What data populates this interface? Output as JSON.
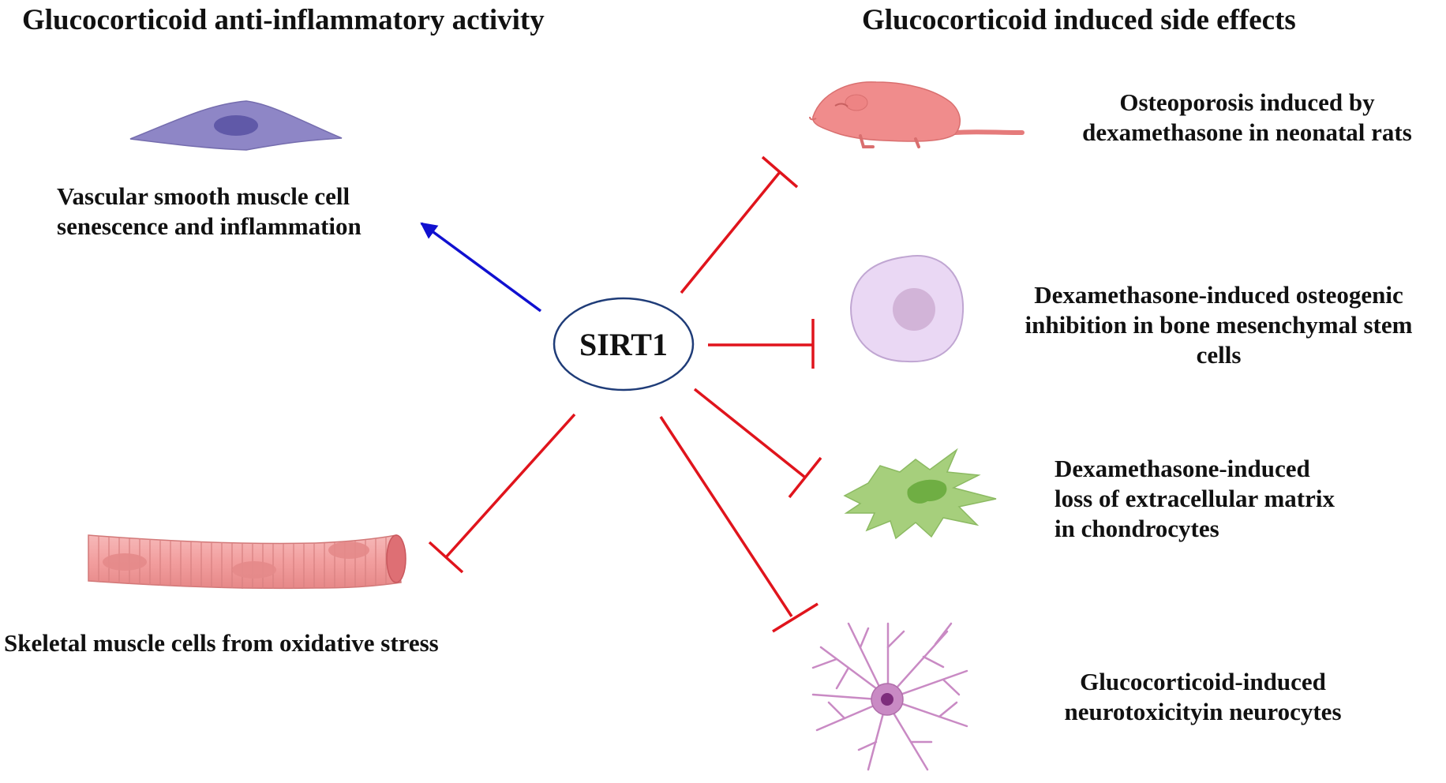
{
  "headings": {
    "left": "Glucocorticoid anti-inflammatory activity",
    "right": "Glucocorticoid induced side effects"
  },
  "center_node": {
    "label": "SIRT1"
  },
  "left_items": [
    {
      "lines": [
        "Vascular smooth muscle cell",
        "senescence and inflammation"
      ],
      "icon": "smooth-muscle-cell-icon",
      "relation": "promotes"
    },
    {
      "lines": [
        "Skeletal muscle cells from oxidative stress"
      ],
      "icon": "skeletal-muscle-fiber-icon",
      "relation": "inhibits"
    }
  ],
  "right_items": [
    {
      "lines": [
        "Osteoporosis induced by",
        "dexamethasone in neonatal rats"
      ],
      "icon": "neonatal-rat-icon",
      "relation": "inhibits"
    },
    {
      "lines": [
        "Dexamethasone-induced osteogenic",
        "inhibition in bone mesenchymal stem",
        "cells"
      ],
      "icon": "mesenchymal-stem-cell-icon",
      "relation": "inhibits"
    },
    {
      "lines": [
        "Dexamethasone-induced",
        "loss of extracellular matrix",
        "in chondrocytes"
      ],
      "icon": "chondrocyte-icon",
      "relation": "inhibits"
    },
    {
      "lines": [
        "Glucocorticoid-induced",
        "neurotoxicityin neurocytes"
      ],
      "icon": "neurocyte-icon",
      "relation": "inhibits"
    }
  ],
  "colors": {
    "activation_arrow": "#1010d0",
    "inhibition_line": "#e0141c",
    "center_outline": "#1f3c78",
    "smooth_muscle": "#8e86c6",
    "skeletal_muscle": "#f2a2a2",
    "rat": "#f08c8c",
    "stem_cell": "#ead8f4",
    "chondrocyte": "#a6cf7c",
    "neuron": "#c98ac4"
  }
}
